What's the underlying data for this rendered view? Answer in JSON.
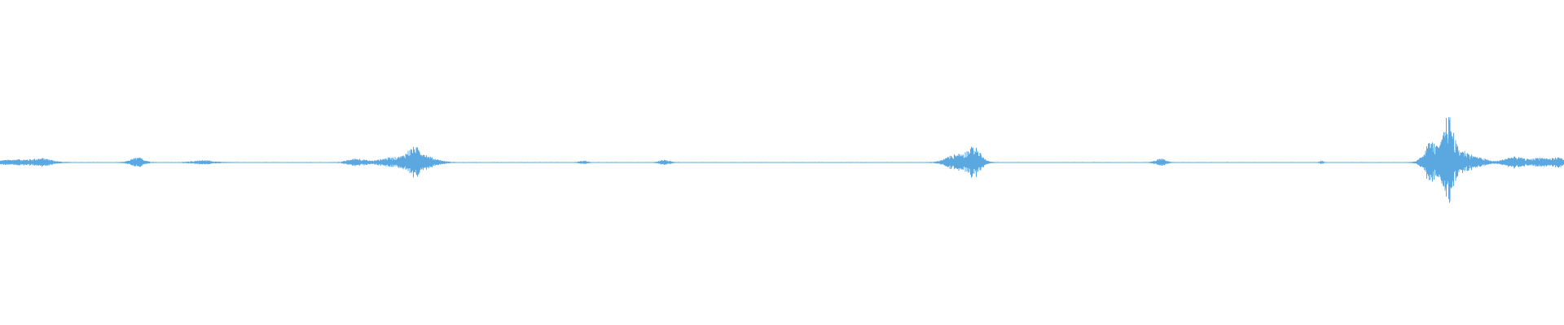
{
  "waveform": {
    "color": "#5ba8e0",
    "baseline_amplitude": 0.01,
    "bursts": [
      {
        "center": 0.012,
        "spread": 0.012,
        "amplitude": 0.06
      },
      {
        "center": 0.028,
        "spread": 0.005,
        "amplitude": 0.06
      },
      {
        "center": 0.088,
        "spread": 0.004,
        "amplitude": 0.1
      },
      {
        "center": 0.13,
        "spread": 0.006,
        "amplitude": 0.04
      },
      {
        "center": 0.228,
        "spread": 0.005,
        "amplitude": 0.08
      },
      {
        "center": 0.25,
        "spread": 0.007,
        "amplitude": 0.1
      },
      {
        "center": 0.265,
        "spread": 0.005,
        "amplitude": 0.3
      },
      {
        "center": 0.275,
        "spread": 0.006,
        "amplitude": 0.08
      },
      {
        "center": 0.373,
        "spread": 0.002,
        "amplitude": 0.04
      },
      {
        "center": 0.425,
        "spread": 0.003,
        "amplitude": 0.05
      },
      {
        "center": 0.612,
        "spread": 0.006,
        "amplitude": 0.18
      },
      {
        "center": 0.623,
        "spread": 0.004,
        "amplitude": 0.3
      },
      {
        "center": 0.742,
        "spread": 0.003,
        "amplitude": 0.08
      },
      {
        "center": 0.845,
        "spread": 0.001,
        "amplitude": 0.03
      },
      {
        "center": 0.915,
        "spread": 0.004,
        "amplitude": 0.45
      },
      {
        "center": 0.926,
        "spread": 0.003,
        "amplitude": 0.95
      },
      {
        "center": 0.935,
        "spread": 0.006,
        "amplitude": 0.25
      },
      {
        "center": 0.948,
        "spread": 0.004,
        "amplitude": 0.06
      },
      {
        "center": 0.968,
        "spread": 0.006,
        "amplitude": 0.12
      },
      {
        "center": 0.985,
        "spread": 0.005,
        "amplitude": 0.1
      },
      {
        "center": 0.997,
        "spread": 0.004,
        "amplitude": 0.1
      }
    ]
  }
}
